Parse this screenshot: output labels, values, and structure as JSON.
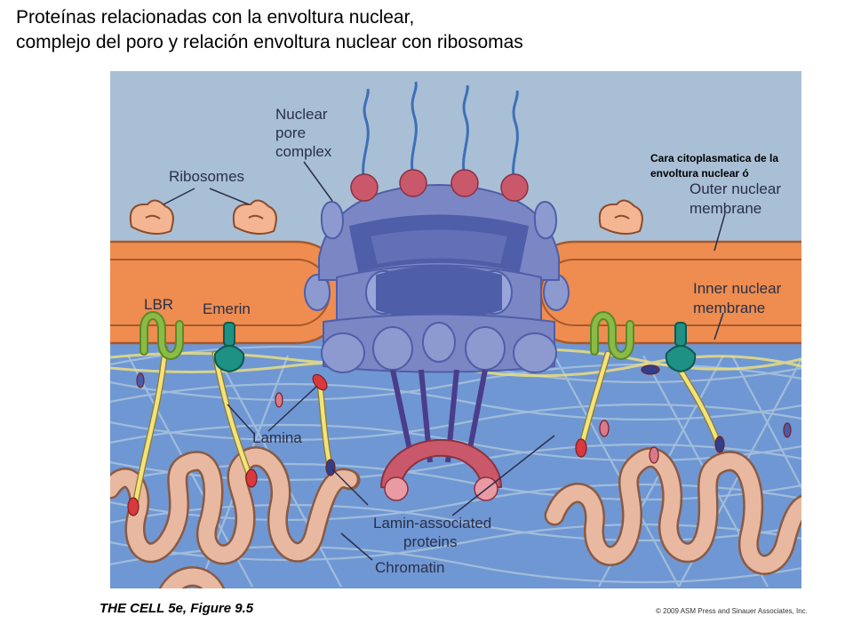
{
  "title": {
    "line1": "Proteínas relacionadas con la envoltura nuclear,",
    "line2": "complejo del poro y relación envoltura nuclear con ribosomas"
  },
  "figure": {
    "labels": {
      "nuclear_pore_line1": "Nuclear",
      "nuclear_pore_line2": "pore",
      "nuclear_pore_line3": "complex",
      "ribosomes": "Ribosomes",
      "outer_line1": "Outer nuclear",
      "outer_line2": "membrane",
      "inner_line1": "Inner nuclear",
      "inner_line2": "membrane",
      "lbr": "LBR",
      "emerin": "Emerin",
      "lamina": "Lamina",
      "lap_line1": "Lamin-associated",
      "lap_line2": "proteins",
      "chromatin": "Chromatin"
    },
    "colors": {
      "cytoplasm": "#a9bfd6",
      "nucleoplasm": "#6f97d3",
      "membrane": "#ee8d4f",
      "membrane_edge": "#a8582c",
      "pore": "#7b86c4",
      "pore_dark": "#4f5ea8",
      "ribosome": "#f4b592",
      "filament_bead": "#c9586a",
      "lamin": "#f3e37a",
      "lbr": "#8bbb45",
      "emerin": "#1f9184",
      "chromatin": "#e8b9a0"
    }
  },
  "annotation": {
    "line1": "Cara citoplasmatica de la",
    "line2": "envoltura nuclear ó"
  },
  "footer": {
    "credit": "THE CELL 5e, Figure 9.5",
    "copyright": "© 2009 ASM Press and Sinauer Associates, Inc."
  }
}
